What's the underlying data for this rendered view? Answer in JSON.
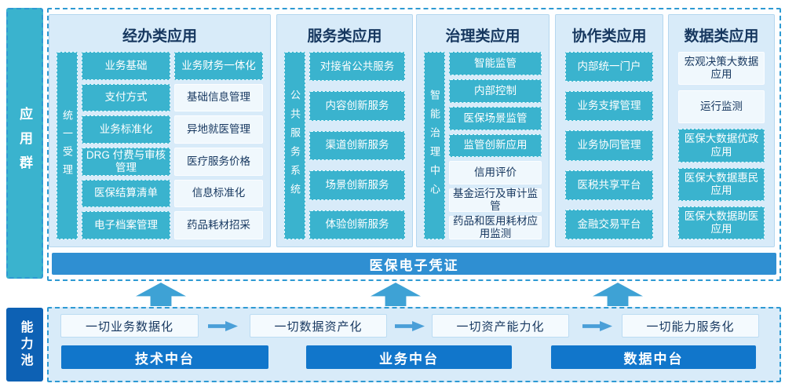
{
  "side_labels": {
    "app_group": "应用群",
    "capability_pool": "能力池"
  },
  "columns": [
    {
      "title": "经办类应用",
      "strip": "统一受理",
      "col_a": [
        "业务基础",
        "支付方式",
        "业务标准化",
        "DRG 付费与审核管理",
        "医保结算清单",
        "电子档案管理"
      ],
      "col_b": [
        "业务财务一体化",
        "基础信息管理",
        "异地就医管理",
        "医疗服务价格",
        "信息标准化",
        "药品耗材招采"
      ]
    },
    {
      "title": "服务类应用",
      "strip": "公共服务系统",
      "items": [
        "对接省公共服务",
        "内容创新服务",
        "渠道创新服务",
        "场景创新服务",
        "体验创新服务"
      ]
    },
    {
      "title": "治理类应用",
      "strip": "智能治理中心",
      "items": [
        "智能监管",
        "内部控制",
        "医保场景监管",
        "监管创新应用",
        "信用评价",
        "基金运行及审计监管",
        "药品和医用耗材应用监测"
      ]
    },
    {
      "title": "协作类应用",
      "items": [
        "内部统一门户",
        "业务支撑管理",
        "业务协同管理",
        "医税共享平台",
        "金融交易平台"
      ]
    },
    {
      "title": "数据类应用",
      "items": [
        "宏观决策大数据应用",
        "运行监测",
        "医保大数据优政应用",
        "医保大数据惠民应用",
        "医保大数据助医应用"
      ]
    }
  ],
  "cert_bar": {
    "label": "医保电子凭证"
  },
  "flow": {
    "steps": [
      "一切业务数据化",
      "一切数据资产化",
      "一切资产能力化",
      "一切能力服务化"
    ],
    "platforms": [
      "技术中台",
      "业务中台",
      "数据中台"
    ]
  },
  "colors": {
    "teal": "#3ab3ce",
    "dashed_border_blue": "#2e9ad3",
    "panel_bg": "#d8ebf9",
    "light_item_bg": "#f0f8fd",
    "dark_navy_text": "#16375f",
    "cert_bar_blue": "#2f8fd2",
    "platform_blue": "#1176cb",
    "capability_label_blue": "#0d61b4",
    "arrow_blue": "#3ea2d5"
  }
}
